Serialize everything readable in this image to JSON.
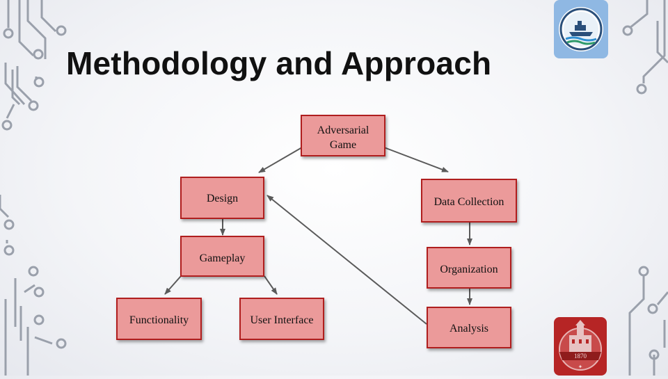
{
  "slide": {
    "title": "Methodology and Approach"
  },
  "diagram": {
    "nodes": {
      "adversarial_game": "Adversarial Game",
      "design": "Design",
      "data_collection": "Data Collection",
      "gameplay": "Gameplay",
      "organization": "Organization",
      "functionality": "Functionality",
      "user_interface": "User Interface",
      "analysis": "Analysis"
    },
    "edges": [
      [
        "adversarial_game",
        "design"
      ],
      [
        "adversarial_game",
        "data_collection"
      ],
      [
        "design",
        "gameplay"
      ],
      [
        "gameplay",
        "functionality"
      ],
      [
        "gameplay",
        "user_interface"
      ],
      [
        "data_collection",
        "organization"
      ],
      [
        "organization",
        "analysis"
      ],
      [
        "analysis",
        "design"
      ]
    ]
  },
  "colors": {
    "node_fill": "#eb9a9a",
    "node_border": "#b01e1e",
    "arrow": "#5a5a5a",
    "circuit": "#9aa0ab"
  },
  "logos": {
    "top_right": "ship-logo",
    "bottom_right": "university-seal-logo",
    "seal_year": "1870"
  }
}
